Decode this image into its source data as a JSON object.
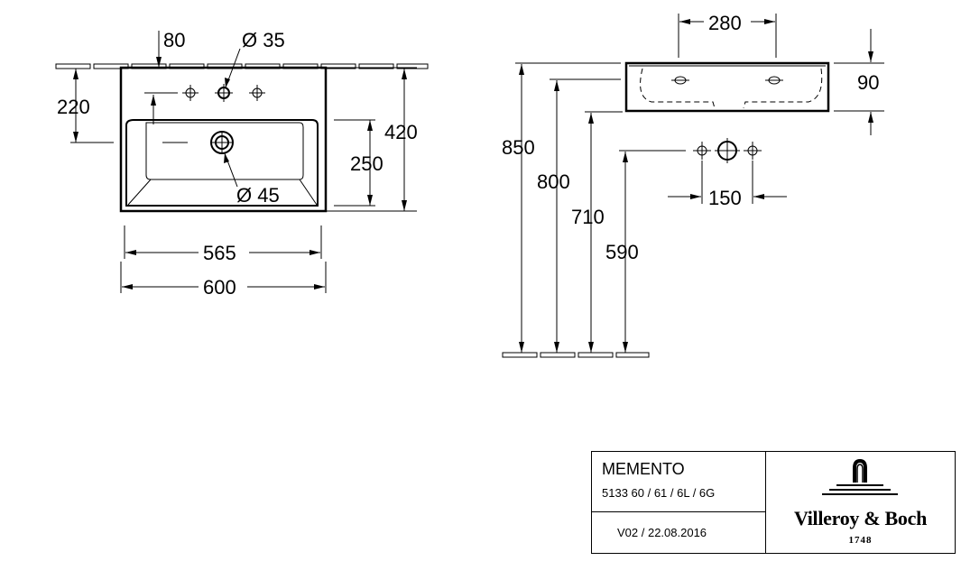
{
  "front_view": {
    "dim_tap_offset": "80",
    "dim_tap_hole": "Ø 35",
    "dim_tap_height": "220",
    "dim_overall_depth": "420",
    "dim_bowl_depth": "250",
    "dim_waste_hole": "Ø 45",
    "dim_inner_width": "565",
    "dim_overall_width": "600"
  },
  "side_view": {
    "dim_rim_height": "850",
    "dim_height_800": "800",
    "dim_height_710": "710",
    "dim_height_590": "590",
    "dim_top_width": "280",
    "dim_basin_height": "90",
    "dim_fixing_spacing": "150"
  },
  "title_block": {
    "product": "MEMENTO",
    "codes": "5133 60 / 61 / 6L / 6G",
    "version": "V02 / 22.08.2016",
    "brand": "Villeroy & Boch",
    "brand_year": "1748"
  }
}
